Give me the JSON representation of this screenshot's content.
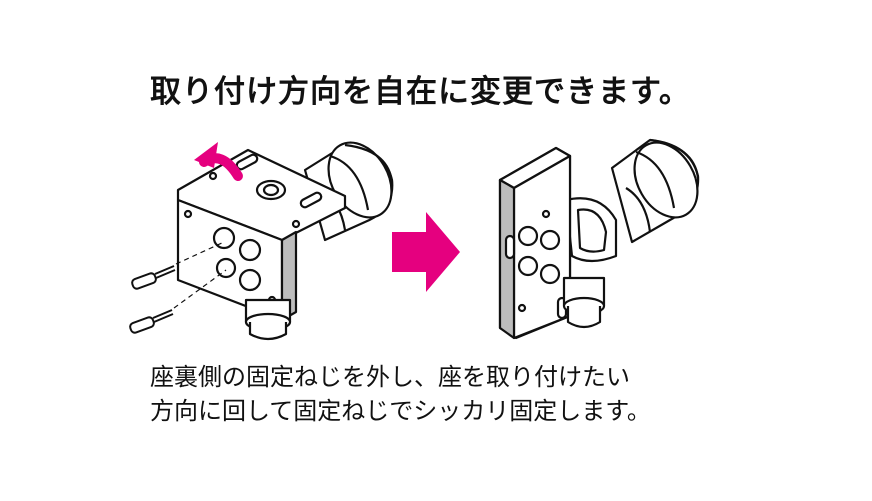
{
  "heading": "取り付け方向を自在に変更できます。",
  "caption": {
    "line1": "座裏側の固定ねじを外し、座を取り付けたい",
    "line2": "方向に回して固定ねじでシッカリ固定します。"
  },
  "colors": {
    "accent": "#e5007f",
    "line": "#111111",
    "shade": "#cfcfcf"
  },
  "icons": {
    "rotate": "curved-rotate-arrow-icon",
    "transition": "right-arrow-icon",
    "fastener": "screw-icon"
  }
}
